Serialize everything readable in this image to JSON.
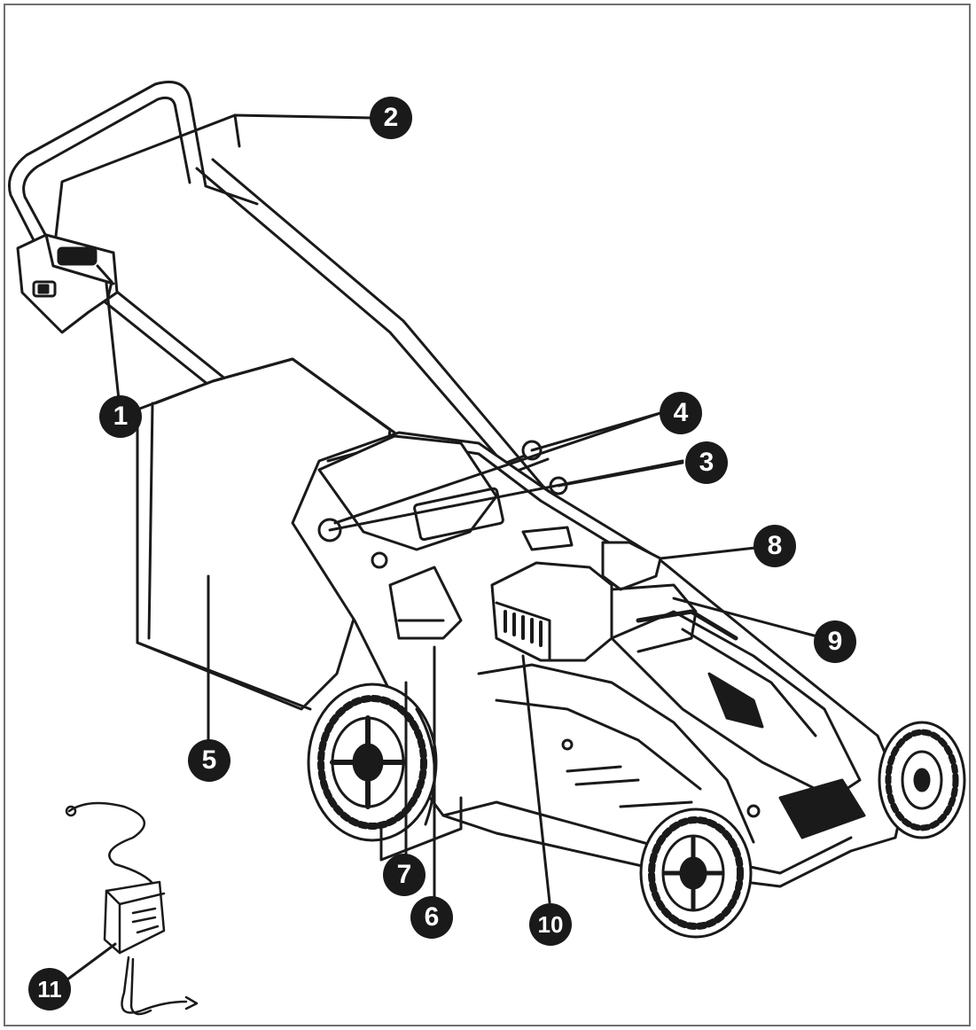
{
  "diagram": {
    "callouts": [
      {
        "id": "1",
        "label": "1"
      },
      {
        "id": "2",
        "label": "2"
      },
      {
        "id": "3",
        "label": "3"
      },
      {
        "id": "4",
        "label": "4"
      },
      {
        "id": "5",
        "label": "5"
      },
      {
        "id": "6",
        "label": "6"
      },
      {
        "id": "7",
        "label": "7"
      },
      {
        "id": "8",
        "label": "8"
      },
      {
        "id": "9",
        "label": "9"
      },
      {
        "id": "10",
        "label": "10"
      },
      {
        "id": "11",
        "label": "11"
      }
    ],
    "colors": {
      "ink": "#1a1a1a",
      "paper": "#ffffff",
      "frame": "#6f6f6f"
    }
  }
}
